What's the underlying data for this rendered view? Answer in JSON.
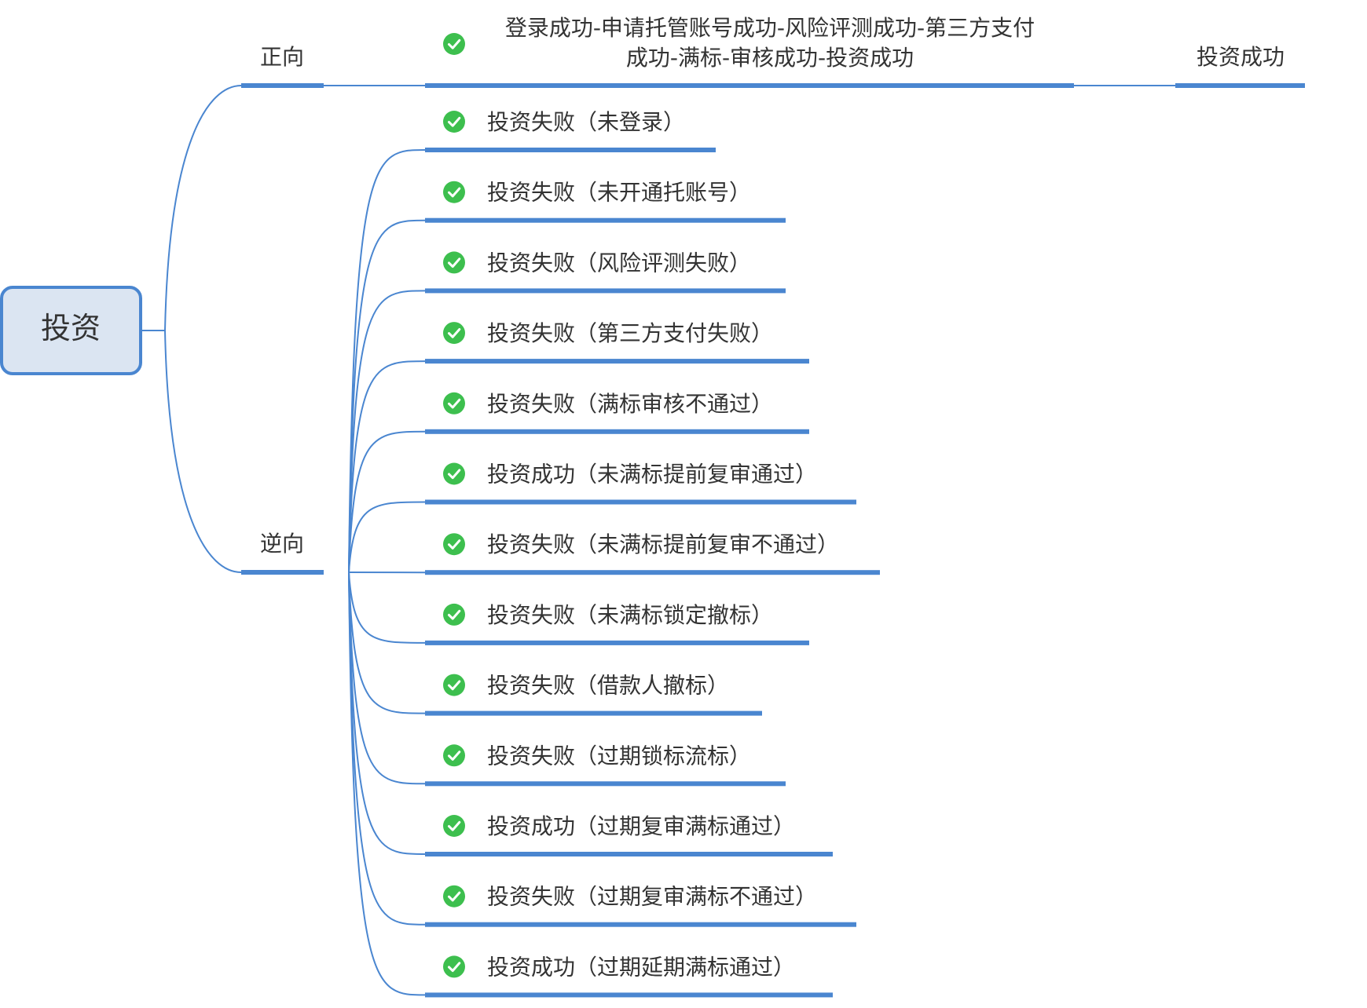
{
  "root": {
    "label": "投资"
  },
  "colors": {
    "line": "#4a86d0",
    "root_fill": "#dbe5f2",
    "root_border": "#4a86d0",
    "check": "#3dbf4e",
    "text": "#333333"
  },
  "positive": {
    "label": "正向",
    "task": {
      "icon": "check-circle-icon",
      "line1": "登录成功-申请托管账号成功-风险评测成功-第三方支付",
      "line2": "成功-满标-审核成功-投资成功"
    },
    "result": "投资成功"
  },
  "negative": {
    "label": "逆向",
    "items": [
      {
        "icon": "check-circle-icon",
        "label": "投资失败（未登录）"
      },
      {
        "icon": "check-circle-icon",
        "label": "投资失败（未开通托账号）"
      },
      {
        "icon": "check-circle-icon",
        "label": "投资失败（风险评测失败）"
      },
      {
        "icon": "check-circle-icon",
        "label": "投资失败（第三方支付失败）"
      },
      {
        "icon": "check-circle-icon",
        "label": "投资失败（满标审核不通过）"
      },
      {
        "icon": "check-circle-icon",
        "label": "投资成功（未满标提前复审通过）"
      },
      {
        "icon": "check-circle-icon",
        "label": "投资失败（未满标提前复审不通过）"
      },
      {
        "icon": "check-circle-icon",
        "label": "投资失败（未满标锁定撤标）"
      },
      {
        "icon": "check-circle-icon",
        "label": "投资失败（借款人撤标）"
      },
      {
        "icon": "check-circle-icon",
        "label": "投资失败（过期锁标流标）"
      },
      {
        "icon": "check-circle-icon",
        "label": "投资成功（过期复审满标通过）"
      },
      {
        "icon": "check-circle-icon",
        "label": "投资失败（过期复审满标不通过）"
      },
      {
        "icon": "check-circle-icon",
        "label": "投资成功（过期延期满标通过）"
      }
    ]
  }
}
